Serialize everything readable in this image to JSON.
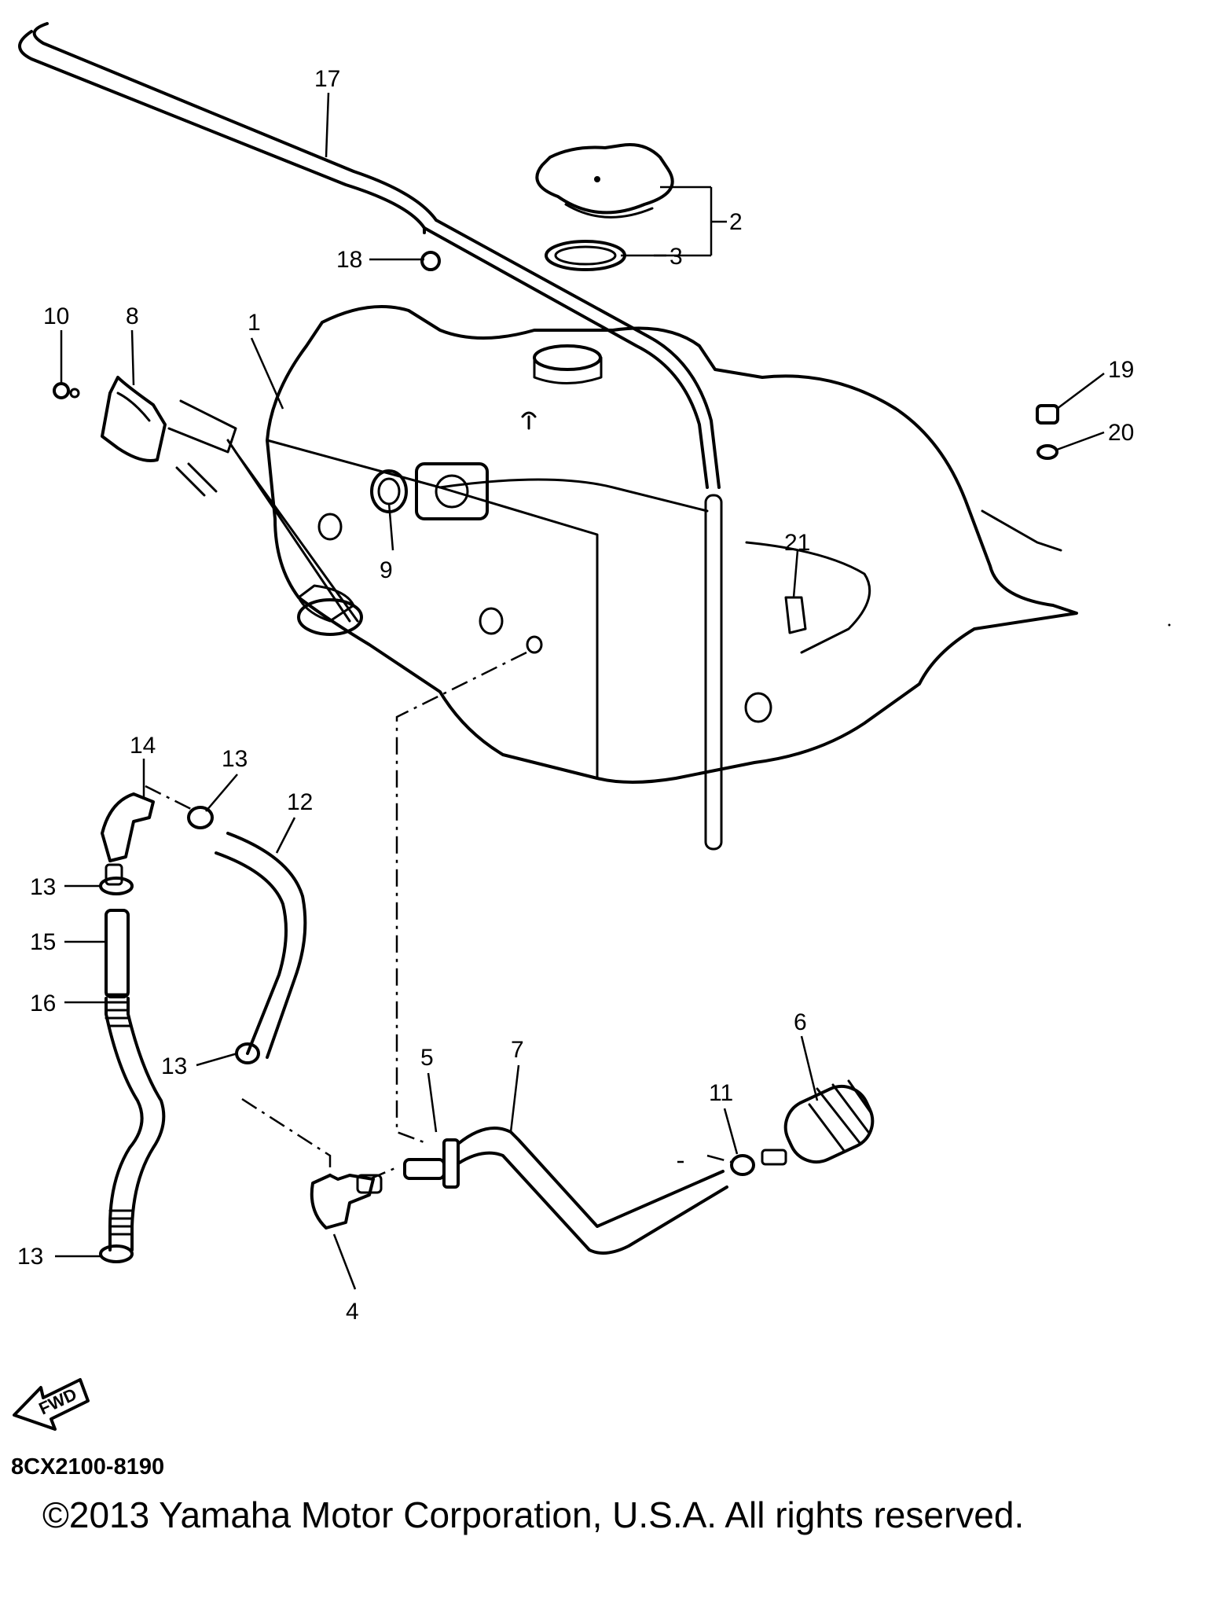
{
  "diagram": {
    "callouts": [
      "1",
      "2",
      "3",
      "4",
      "5",
      "6",
      "7",
      "8",
      "9",
      "10",
      "11",
      "12",
      "13",
      "14",
      "15",
      "16",
      "17",
      "18",
      "19",
      "20",
      "21"
    ],
    "fwd_label": "FWD",
    "code": "8CX2100-8190",
    "copyright": "©2013 Yamaha Motor Corporation, U.S.A. All rights reserved."
  }
}
